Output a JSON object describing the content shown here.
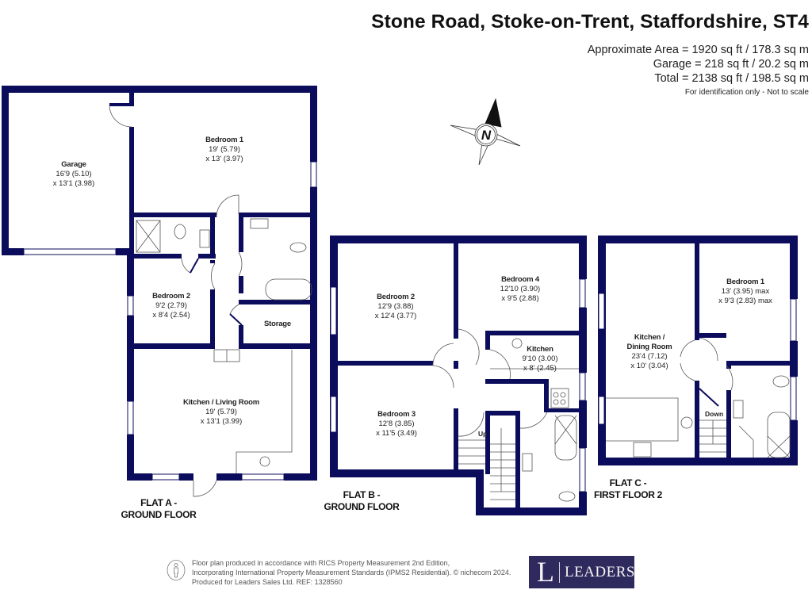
{
  "header": {
    "title": "Stone Road, Stoke-on-Trent, Staffordshire, ST4",
    "areas": [
      "Approximate Area = 1920 sq ft / 178.3 sq m",
      "Garage = 218 sq ft / 20.2 sq m",
      "Total = 2138 sq ft / 198.5 sq m"
    ],
    "disclaimer": "For identification only - Not to scale"
  },
  "compass": {
    "label": "N",
    "icon": "compass-rose-icon"
  },
  "colors": {
    "wall": "#0c0c5c",
    "logo_bg": "#2e2a5e",
    "fixture_line": "#666666"
  },
  "flat_a": {
    "label_line1": "FLAT A -",
    "label_line2": "GROUND FLOOR",
    "rooms": {
      "garage": {
        "name": "Garage",
        "dim1": "16'9 (5.10)",
        "dim2": "x 13'1 (3.98)"
      },
      "bedroom1": {
        "name": "Bedroom 1",
        "dim1": "19' (5.79)",
        "dim2": "x 13' (3.97)"
      },
      "bedroom2": {
        "name": "Bedroom 2",
        "dim1": "9'2 (2.79)",
        "dim2": "x 8'4 (2.54)"
      },
      "storage": {
        "name": "Storage"
      },
      "kitchen_living": {
        "name": "Kitchen / Living Room",
        "dim1": "19' (5.79)",
        "dim2": "x 13'1 (3.99)"
      }
    }
  },
  "flat_b": {
    "label_line1": "FLAT B -",
    "label_line2": "GROUND FLOOR",
    "stairs_label": "Up",
    "rooms": {
      "bedroom2": {
        "name": "Bedroom 2",
        "dim1": "12'9 (3.88)",
        "dim2": "x 12'4 (3.77)"
      },
      "bedroom4": {
        "name": "Bedroom 4",
        "dim1": "12'10 (3.90)",
        "dim2": "x 9'5 (2.88)"
      },
      "kitchen": {
        "name": "Kitchen",
        "dim1": "9'10 (3.00)",
        "dim2": "x 8' (2.45)"
      },
      "bedroom3": {
        "name": "Bedroom 3",
        "dim1": "12'8 (3.85)",
        "dim2": "x 11'5 (3.49)"
      }
    }
  },
  "flat_c": {
    "label_line1": "FLAT C -",
    "label_line2": "FIRST FLOOR 2",
    "stairs_label": "Down",
    "rooms": {
      "kitchen_dining": {
        "name": "Kitchen /",
        "name2": "Dining Room",
        "dim1": "23'4 (7.12)",
        "dim2": "x 10' (3.04)"
      },
      "bedroom1": {
        "name": "Bedroom 1",
        "dim1": "13' (3.95) max",
        "dim2": "x 9'3 (2.83) max"
      }
    }
  },
  "footer": {
    "lines": [
      "Floor plan produced in accordance with RICS Property Measurement 2nd Edition,",
      "Incorporating International Property Measurement Standards (IPMS2 Residential).   © nichecom 2024.",
      "Produced for Leaders Sales Ltd.    REF:  1328560"
    ],
    "logo_initial": "L",
    "logo_word": "LEADERS"
  }
}
